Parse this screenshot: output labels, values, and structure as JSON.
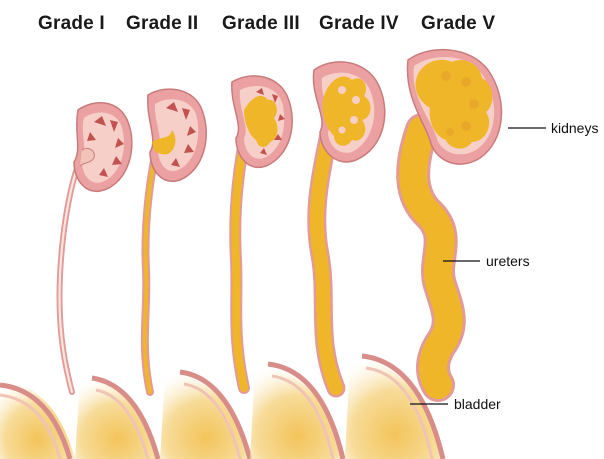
{
  "grades": [
    {
      "label": "Grade I"
    },
    {
      "label": "Grade II"
    },
    {
      "label": "Grade III"
    },
    {
      "label": "Grade IV"
    },
    {
      "label": "Grade V"
    }
  ],
  "callouts": {
    "kidneys": "kidneys",
    "ureters": "ureters",
    "bladder": "bladder"
  },
  "colors": {
    "kidney_outer": "#eba1a2",
    "kidney_inner": "#f6cfc8",
    "papilla": "#c2524f",
    "urine": "#f0b62a",
    "bladder_wall": "#d98d88",
    "ureter_wall": "#e29b98"
  }
}
